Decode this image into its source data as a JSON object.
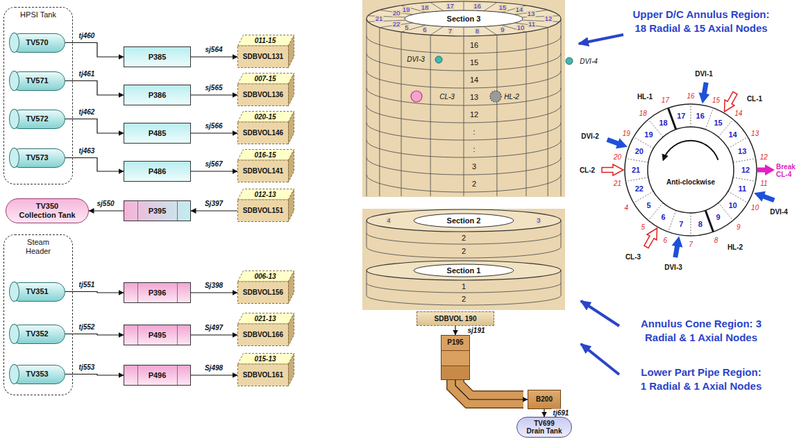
{
  "diagram": {
    "nodes": [
      {
        "text": [
          "HPSI Tank"
        ]
      },
      {
        "text": [
          "TV570"
        ],
        "in": 0
      },
      {
        "text": [
          "TV571"
        ],
        "in": 0
      },
      {
        "text": [
          "TV572"
        ],
        "in": 0
      },
      {
        "text": [
          "TV573"
        ],
        "in": 0
      },
      {
        "text": [
          "P385"
        ]
      },
      {
        "text": [
          "011-15",
          "SDBVOL131"
        ]
      },
      {
        "text": [
          "P386"
        ]
      },
      {
        "text": [
          "007-15",
          "SDBVOL136"
        ]
      },
      {
        "text": [
          "P485"
        ]
      },
      {
        "text": [
          "020-15",
          "SDBVOL146"
        ]
      },
      {
        "text": [
          "P486"
        ]
      },
      {
        "text": [
          "016-15",
          "SDBVOL141"
        ]
      },
      {
        "text": [
          "TV350",
          "Collection Tank"
        ]
      },
      {
        "text": [
          "P395"
        ]
      },
      {
        "text": [
          "012-13",
          "SDBVOL151"
        ]
      },
      {
        "text": [
          "Steam Header"
        ]
      },
      {
        "text": [
          "TV351"
        ],
        "in": 16
      },
      {
        "text": [
          "TV352"
        ],
        "in": 16
      },
      {
        "text": [
          "TV353"
        ],
        "in": 16
      },
      {
        "text": [
          "P396"
        ]
      },
      {
        "text": [
          "006-13",
          "SDBVOL156"
        ]
      },
      {
        "text": [
          "P495"
        ]
      },
      {
        "text": [
          "021-13",
          "SDBVOL166"
        ]
      },
      {
        "text": [
          "P496"
        ]
      },
      {
        "text": [
          "015-13",
          "SDBVOL161"
        ]
      },
      {
        "text": [
          "SDBVOL 190"
        ]
      },
      {
        "text": [
          "P195"
        ]
      },
      {
        "text": [
          "B200"
        ]
      },
      {
        "text": [
          "TV699",
          "Drain Tank"
        ]
      }
    ],
    "edges": [
      {
        "from": 1,
        "to": 5,
        "label": "tj460",
        "arrow": "to"
      },
      {
        "from": 5,
        "to": 6,
        "label": "sj564",
        "arrow": "to"
      },
      {
        "from": 2,
        "to": 7,
        "label": "tj461",
        "arrow": "to"
      },
      {
        "from": 7,
        "to": 8,
        "label": "sj565",
        "arrow": "to"
      },
      {
        "from": 3,
        "to": 9,
        "label": "tj462",
        "arrow": "to"
      },
      {
        "from": 9,
        "to": 10,
        "label": "sj566",
        "arrow": "to"
      },
      {
        "from": 4,
        "to": 11,
        "label": "tj463",
        "arrow": "to"
      },
      {
        "from": 11,
        "to": 12,
        "label": "sj567",
        "arrow": "to"
      },
      {
        "from": 15,
        "to": 14,
        "label": "Sj397",
        "arrow": "to"
      },
      {
        "from": 14,
        "to": 13,
        "label": "sj550",
        "arrow": "to"
      },
      {
        "from": 17,
        "to": 20,
        "label": "tj551",
        "arrow": "to"
      },
      {
        "from": 20,
        "to": 21,
        "label": "Sj398",
        "arrow": "to"
      },
      {
        "from": 18,
        "to": 22,
        "label": "tj552",
        "arrow": "to"
      },
      {
        "from": 22,
        "to": 23,
        "label": "Sj497",
        "arrow": "to"
      },
      {
        "from": 19,
        "to": 24,
        "label": "tj553",
        "arrow": "to"
      },
      {
        "from": 24,
        "to": 25,
        "label": "Sj498",
        "arrow": "to"
      },
      {
        "from": 26,
        "to": 27,
        "label": "sj191",
        "arrow": "to"
      },
      {
        "from": 27,
        "to": 28,
        "arrow": "to"
      },
      {
        "from": 28,
        "to": 29,
        "label": "tj691",
        "arrow": "to"
      }
    ],
    "labels": [
      "Section 3",
      "20",
      "19",
      "18",
      "17",
      "16",
      "15",
      "14",
      "13",
      "12",
      "11",
      "21",
      "22",
      "5",
      "6",
      "7",
      "8",
      "9",
      "10",
      "16",
      "15",
      "14",
      "13",
      "12",
      ":",
      ":",
      "3",
      "2",
      "DVI-3",
      "DVI-4",
      "CL-3",
      "HL-2",
      "4",
      "3",
      "Section 2",
      "2",
      "2",
      "Section 1",
      "1",
      "2",
      "Upper D/C Annulus Region: 18 Radial & 15 Axial Nodes",
      "Annulus Cone Region: 3 Radial & 1 Axial Nodes",
      "Lower Part Pipe Region: 1 Radial & 1 Axial Nodes",
      "DVI-1",
      "CL-1",
      "HL-1",
      "DVI-2",
      "CL-2",
      "Break CL-4",
      "DVI-4",
      "HL-2",
      "CL-3",
      "DVI-3",
      "Anti-clockwise",
      "17",
      "16",
      "15",
      "14",
      "13",
      "12",
      "11",
      "10",
      "9",
      "8",
      "7",
      "6",
      "5",
      "22",
      "21",
      "20",
      "19",
      "18",
      "17",
      "16",
      "15",
      "14",
      "13",
      "12",
      "11",
      "10",
      "9",
      "8",
      "7",
      "6",
      "5",
      "4",
      "21",
      "20",
      "19",
      "18"
    ]
  }
}
